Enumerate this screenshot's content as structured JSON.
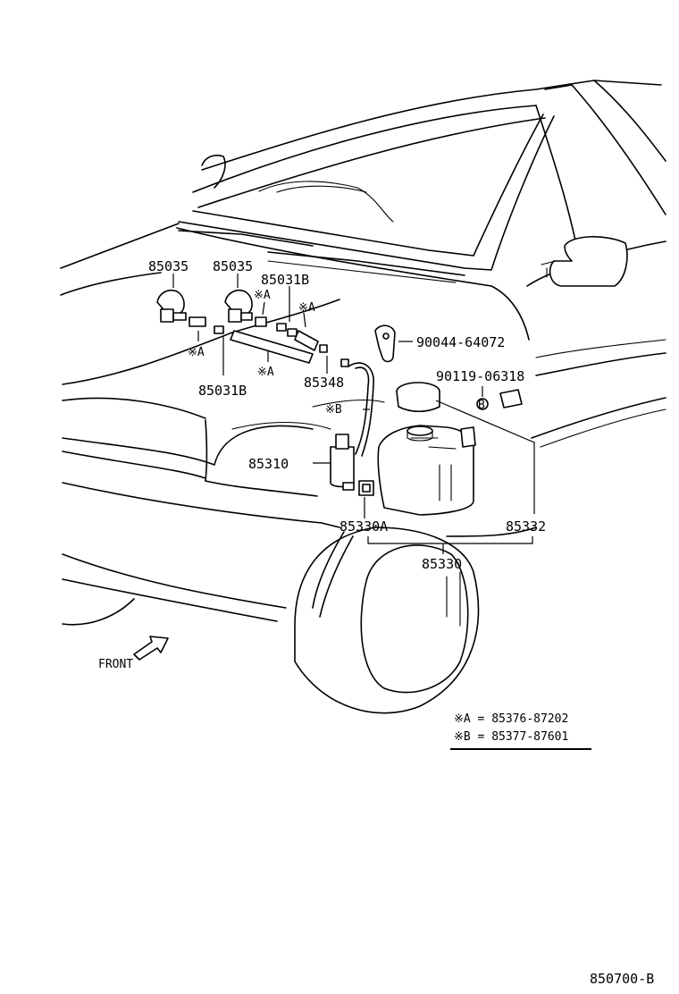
{
  "labels": {
    "nozzle_left": "85035",
    "nozzle_right": "85035",
    "hose_upper": "85031B",
    "hose_lower": "85031B",
    "mark_a_1": "※A",
    "mark_a_2": "※A",
    "mark_a_3": "※A",
    "mark_a_4": "※A",
    "mark_b": "※B",
    "clamp": "90044-64072",
    "cap_clip": "90119-06318",
    "joint": "85348",
    "motor": "85310",
    "grommet": "85330A",
    "tank": "85332",
    "assembly": "85330",
    "front": "FRONT",
    "clip_mark": "B"
  },
  "legend": {
    "a": "※A = 85376-87202",
    "b": "※B = 85377-87601"
  },
  "figure_id": "850700-B"
}
